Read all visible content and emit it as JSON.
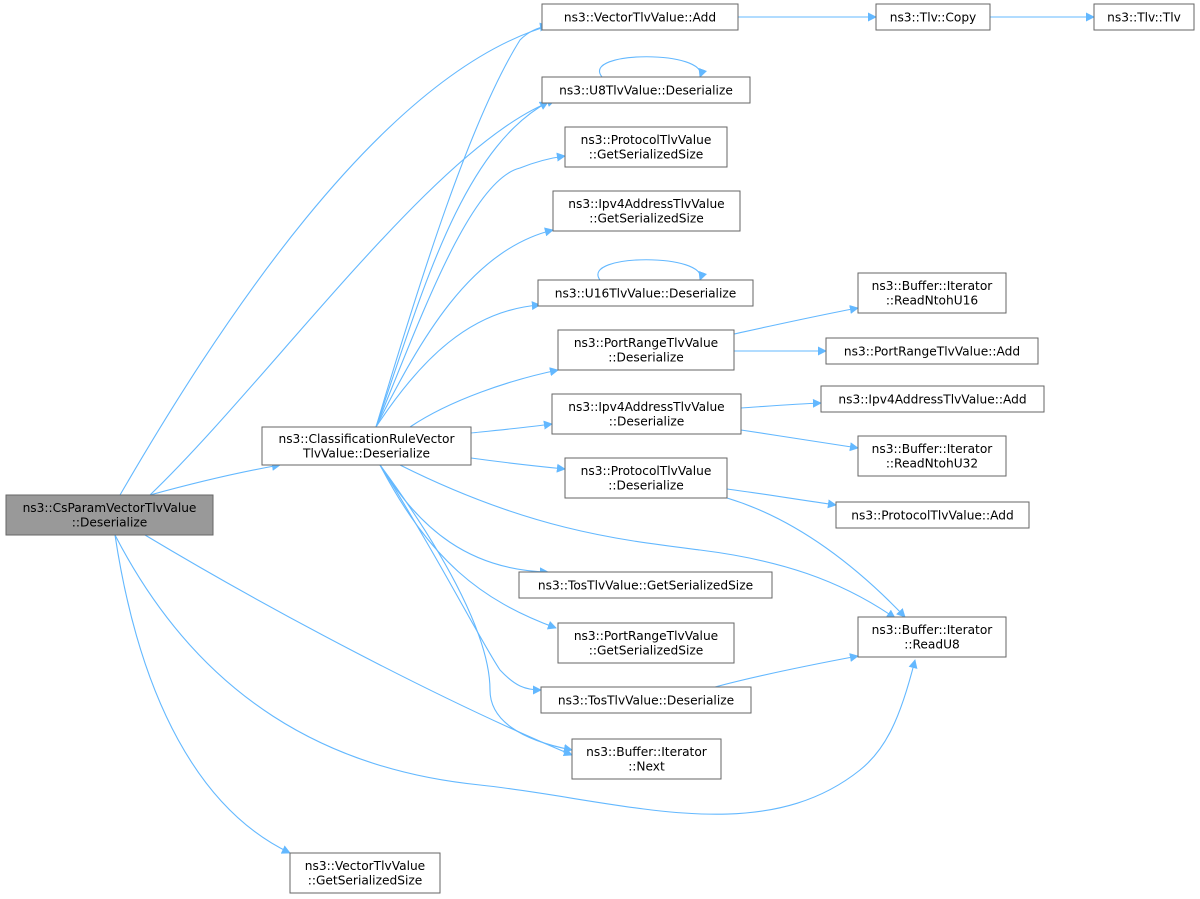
{
  "colors": {
    "edge": "#63b8ff",
    "node_border": "#666666",
    "root_fill": "#999999",
    "node_fill": "#ffffff"
  },
  "nodes": [
    {
      "id": "root",
      "lines": [
        "ns3::CsParamVectorTlvValue",
        "::Deserialize"
      ],
      "root": true
    },
    {
      "id": "crv_deser",
      "lines": [
        "ns3::ClassificationRuleVector",
        "TlvValue::Deserialize"
      ]
    },
    {
      "id": "vtv_add",
      "lines": [
        "ns3::VectorTlvValue::Add"
      ]
    },
    {
      "id": "tlv_copy",
      "lines": [
        "ns3::Tlv::Copy"
      ]
    },
    {
      "id": "tlv_tlv",
      "lines": [
        "ns3::Tlv::Tlv"
      ]
    },
    {
      "id": "u8_deser",
      "lines": [
        "ns3::U8TlvValue::Deserialize"
      ]
    },
    {
      "id": "proto_gss",
      "lines": [
        "ns3::ProtocolTlvValue",
        "::GetSerializedSize"
      ]
    },
    {
      "id": "ipv4_gss",
      "lines": [
        "ns3::Ipv4AddressTlvValue",
        "::GetSerializedSize"
      ]
    },
    {
      "id": "u16_deser",
      "lines": [
        "ns3::U16TlvValue::Deserialize"
      ]
    },
    {
      "id": "pr_deser",
      "lines": [
        "ns3::PortRangeTlvValue",
        "::Deserialize"
      ]
    },
    {
      "id": "ipv4_deser",
      "lines": [
        "ns3::Ipv4AddressTlvValue",
        "::Deserialize"
      ]
    },
    {
      "id": "proto_deser",
      "lines": [
        "ns3::ProtocolTlvValue",
        "::Deserialize"
      ]
    },
    {
      "id": "tos_gss",
      "lines": [
        "ns3::TosTlvValue::GetSerializedSize"
      ]
    },
    {
      "id": "pr_gss",
      "lines": [
        "ns3::PortRangeTlvValue",
        "::GetSerializedSize"
      ]
    },
    {
      "id": "tos_deser",
      "lines": [
        "ns3::TosTlvValue::Deserialize"
      ]
    },
    {
      "id": "buf_next",
      "lines": [
        "ns3::Buffer::Iterator",
        "::Next"
      ]
    },
    {
      "id": "vtv_gss",
      "lines": [
        "ns3::VectorTlvValue",
        "::GetSerializedSize"
      ]
    },
    {
      "id": "buf_u16",
      "lines": [
        "ns3::Buffer::Iterator",
        "::ReadNtohU16"
      ]
    },
    {
      "id": "pr_add",
      "lines": [
        "ns3::PortRangeTlvValue::Add"
      ]
    },
    {
      "id": "ipv4_add",
      "lines": [
        "ns3::Ipv4AddressTlvValue::Add"
      ]
    },
    {
      "id": "buf_u32",
      "lines": [
        "ns3::Buffer::Iterator",
        "::ReadNtohU32"
      ]
    },
    {
      "id": "proto_add",
      "lines": [
        "ns3::ProtocolTlvValue::Add"
      ]
    },
    {
      "id": "buf_u8",
      "lines": [
        "ns3::Buffer::Iterator",
        "::ReadU8"
      ]
    }
  ],
  "edges": [
    {
      "from": "root",
      "to": "crv_deser"
    },
    {
      "from": "root",
      "to": "vtv_add"
    },
    {
      "from": "root",
      "to": "u8_deser"
    },
    {
      "from": "root",
      "to": "buf_next"
    },
    {
      "from": "root",
      "to": "buf_u8"
    },
    {
      "from": "root",
      "to": "vtv_gss"
    },
    {
      "from": "crv_deser",
      "to": "vtv_add"
    },
    {
      "from": "crv_deser",
      "to": "u8_deser"
    },
    {
      "from": "crv_deser",
      "to": "proto_gss"
    },
    {
      "from": "crv_deser",
      "to": "ipv4_gss"
    },
    {
      "from": "crv_deser",
      "to": "u16_deser"
    },
    {
      "from": "crv_deser",
      "to": "pr_deser"
    },
    {
      "from": "crv_deser",
      "to": "ipv4_deser"
    },
    {
      "from": "crv_deser",
      "to": "proto_deser"
    },
    {
      "from": "crv_deser",
      "to": "buf_u8"
    },
    {
      "from": "crv_deser",
      "to": "tos_gss"
    },
    {
      "from": "crv_deser",
      "to": "pr_gss"
    },
    {
      "from": "crv_deser",
      "to": "tos_deser"
    },
    {
      "from": "crv_deser",
      "to": "buf_next"
    },
    {
      "from": "vtv_add",
      "to": "tlv_copy"
    },
    {
      "from": "tlv_copy",
      "to": "tlv_tlv"
    },
    {
      "from": "u8_deser",
      "to": "u8_deser"
    },
    {
      "from": "u16_deser",
      "to": "u16_deser"
    },
    {
      "from": "pr_deser",
      "to": "buf_u16"
    },
    {
      "from": "pr_deser",
      "to": "pr_add"
    },
    {
      "from": "ipv4_deser",
      "to": "ipv4_add"
    },
    {
      "from": "ipv4_deser",
      "to": "buf_u32"
    },
    {
      "from": "proto_deser",
      "to": "proto_add"
    },
    {
      "from": "proto_deser",
      "to": "buf_u8"
    },
    {
      "from": "tos_deser",
      "to": "buf_u8"
    }
  ]
}
